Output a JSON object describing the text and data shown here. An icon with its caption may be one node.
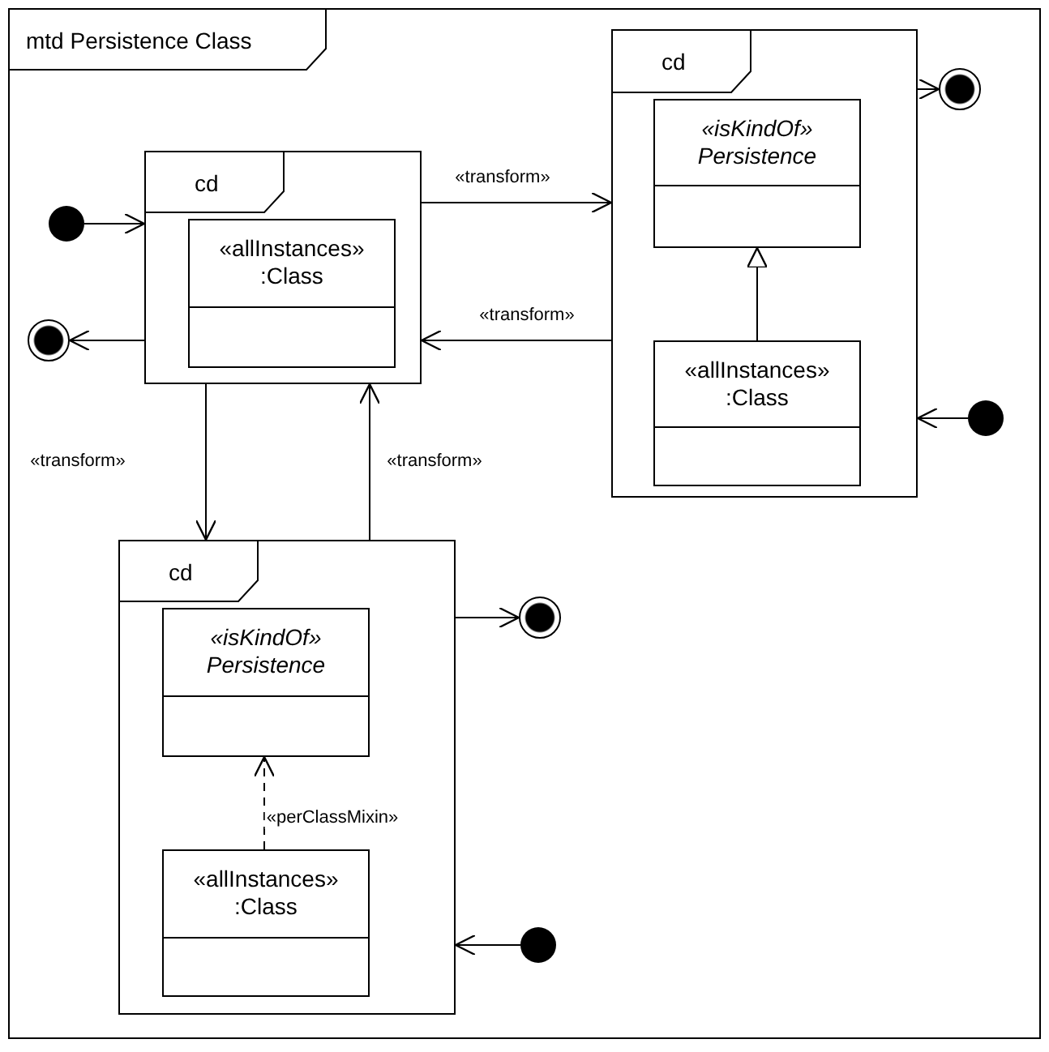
{
  "diagram": {
    "nodes": [
      {
        "text": [
          "mtd Persistence Class"
        ]
      },
      {
        "text": [
          "cd"
        ],
        "in": 0
      },
      {
        "text": [
          "«allInstances» :Class"
        ],
        "in": 1
      },
      {
        "text": [
          "cd"
        ],
        "in": 0
      },
      {
        "text": [
          "«isKindOf» Persistence"
        ],
        "in": 3
      },
      {
        "text": [
          "«allInstances» :Class"
        ],
        "in": 3
      },
      {
        "text": [
          "cd"
        ],
        "in": 0
      },
      {
        "text": [
          "«isKindOf» Persistence"
        ],
        "in": 6
      },
      {
        "text": [
          "«allInstances» :Class"
        ],
        "in": 6
      },
      {
        "text": [],
        "shape": "circle",
        "in": 0
      },
      {
        "text": [],
        "shape": "circle",
        "in": 0
      },
      {
        "text": [],
        "shape": "circle",
        "in": 0
      },
      {
        "text": [],
        "shape": "circle",
        "in": 0
      },
      {
        "text": [],
        "shape": "circle",
        "in": 0
      },
      {
        "text": [],
        "shape": "circle",
        "in": 0
      }
    ],
    "edges": [
      {
        "from": 9,
        "to": 1,
        "arrow": "to"
      },
      {
        "from": 1,
        "to": 10,
        "arrow": "to"
      },
      {
        "from": 1,
        "to": 3,
        "arrow": "to",
        "label": "«transform»"
      },
      {
        "from": 3,
        "to": 1,
        "arrow": "to",
        "label": "«transform»"
      },
      {
        "from": 1,
        "to": 6,
        "arrow": "to",
        "label": "«transform»"
      },
      {
        "from": 6,
        "to": 1,
        "arrow": "to",
        "label": "«transform»"
      },
      {
        "from": 3,
        "to": 11,
        "arrow": "to"
      },
      {
        "from": 12,
        "to": 3,
        "arrow": "to"
      },
      {
        "from": 5,
        "to": 4,
        "arrow": "to"
      },
      {
        "from": 8,
        "to": 7,
        "arrow": "to",
        "label": "«perClassMixin»",
        "style": "dashed"
      },
      {
        "from": 6,
        "to": 13,
        "arrow": "to"
      },
      {
        "from": 14,
        "to": 6,
        "arrow": "to"
      }
    ]
  }
}
